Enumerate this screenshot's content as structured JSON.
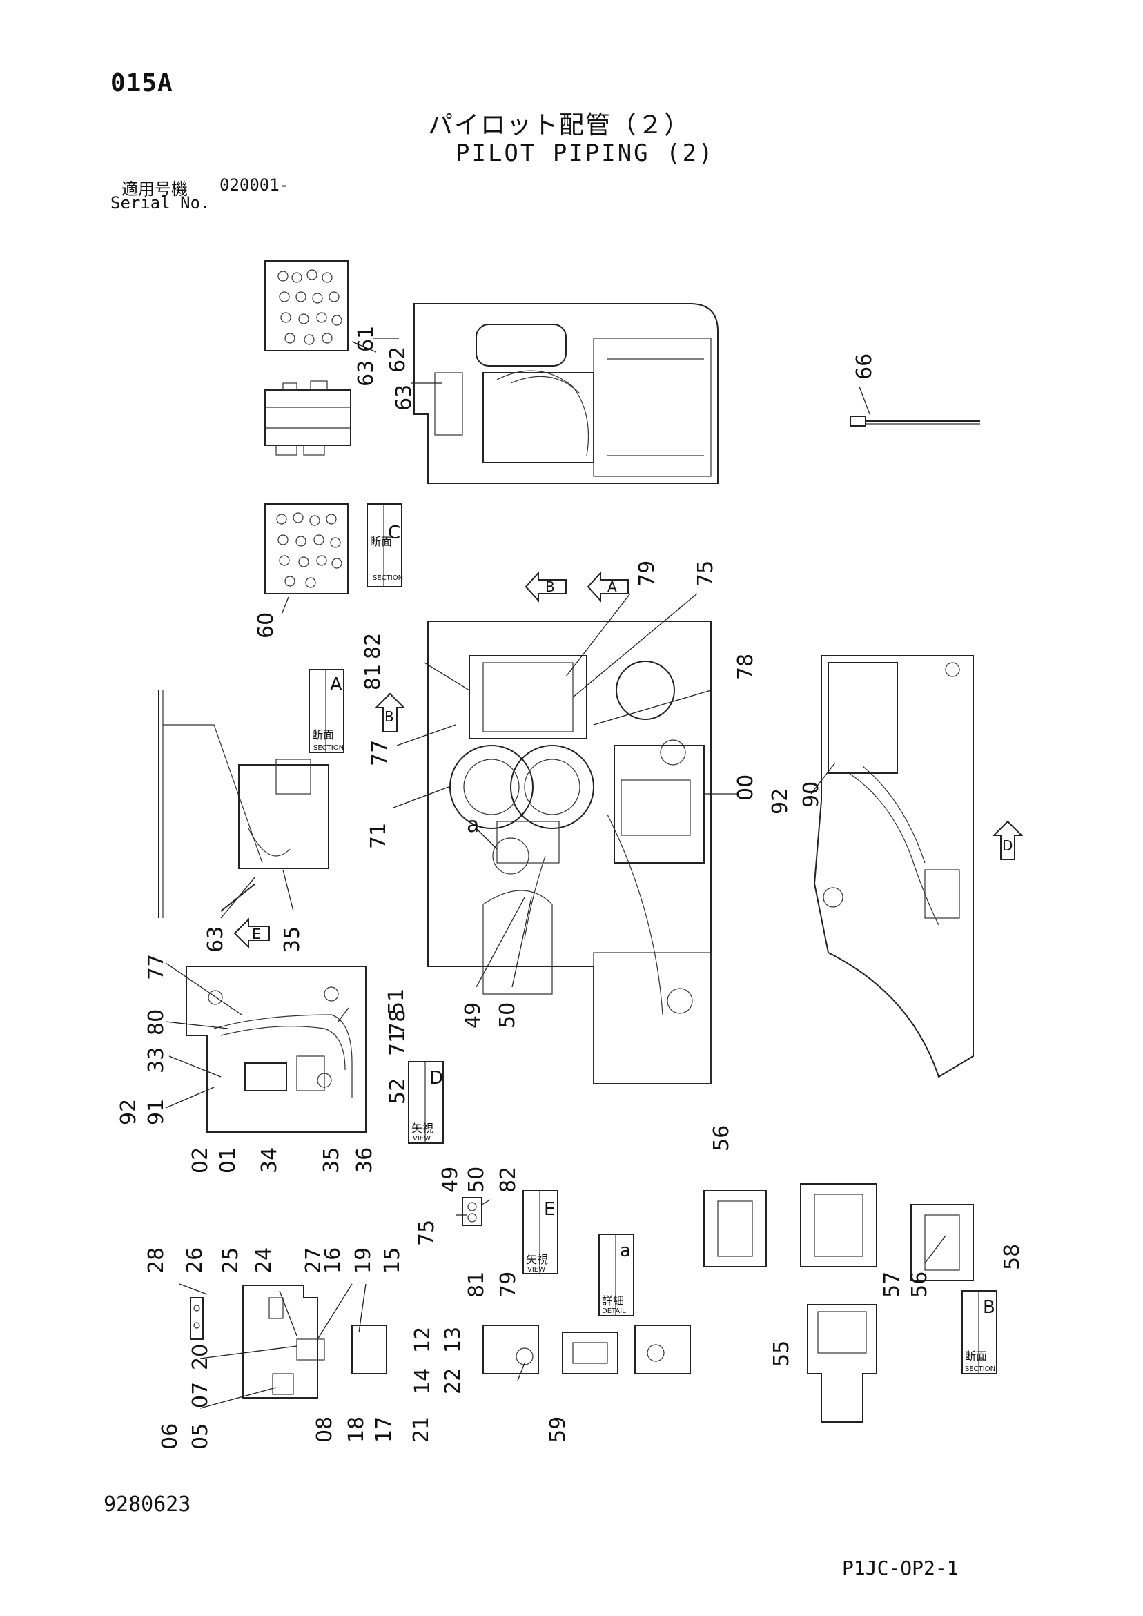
{
  "header": {
    "page_code": "015A",
    "title_jp": "パイロット配管（２）",
    "title_en": "PILOT PIPING (2)",
    "serial_label_jp": "適用号機",
    "serial_value": "020001-",
    "serial_label_en": "Serial No."
  },
  "footer": {
    "left_code": "9280623",
    "right_code": "P1JC-OP2-1"
  },
  "view_labels": {
    "section_c": {
      "jp": "断面",
      "en": "SECTION",
      "letter": "C"
    },
    "section_a": {
      "jp": "断面",
      "en": "SECTION",
      "letter": "A"
    },
    "view_d": {
      "jp": "矢視",
      "en": "VIEW",
      "letter": "D"
    },
    "view_e": {
      "jp": "矢視",
      "en": "VIEW",
      "letter": "E"
    },
    "detail_a": {
      "jp": "詳細",
      "en": "DETAIL",
      "letter": "a"
    },
    "section_b": {
      "jp": "断面",
      "en": "SECTION",
      "letter": "B"
    }
  },
  "arrows": [
    "B",
    "A",
    "B",
    "E",
    "D"
  ],
  "callouts": [
    "63",
    "61",
    "62",
    "63",
    "66",
    "60",
    "79",
    "75",
    "82",
    "81",
    "78",
    "77",
    "00",
    "92",
    "90",
    "71",
    "a",
    "63",
    "35",
    "77",
    "80",
    "51",
    "71",
    "78",
    "33",
    "92",
    "91",
    "52",
    "02",
    "01",
    "34",
    "35",
    "36",
    "49",
    "50",
    "56",
    "49",
    "50",
    "82",
    "75",
    "81",
    "79",
    "28",
    "26",
    "25",
    "24",
    "27",
    "16",
    "19",
    "15",
    "20",
    "12",
    "13",
    "07",
    "14",
    "22",
    "06",
    "05",
    "08",
    "18",
    "17",
    "21",
    "59",
    "55",
    "57",
    "56",
    "58"
  ]
}
